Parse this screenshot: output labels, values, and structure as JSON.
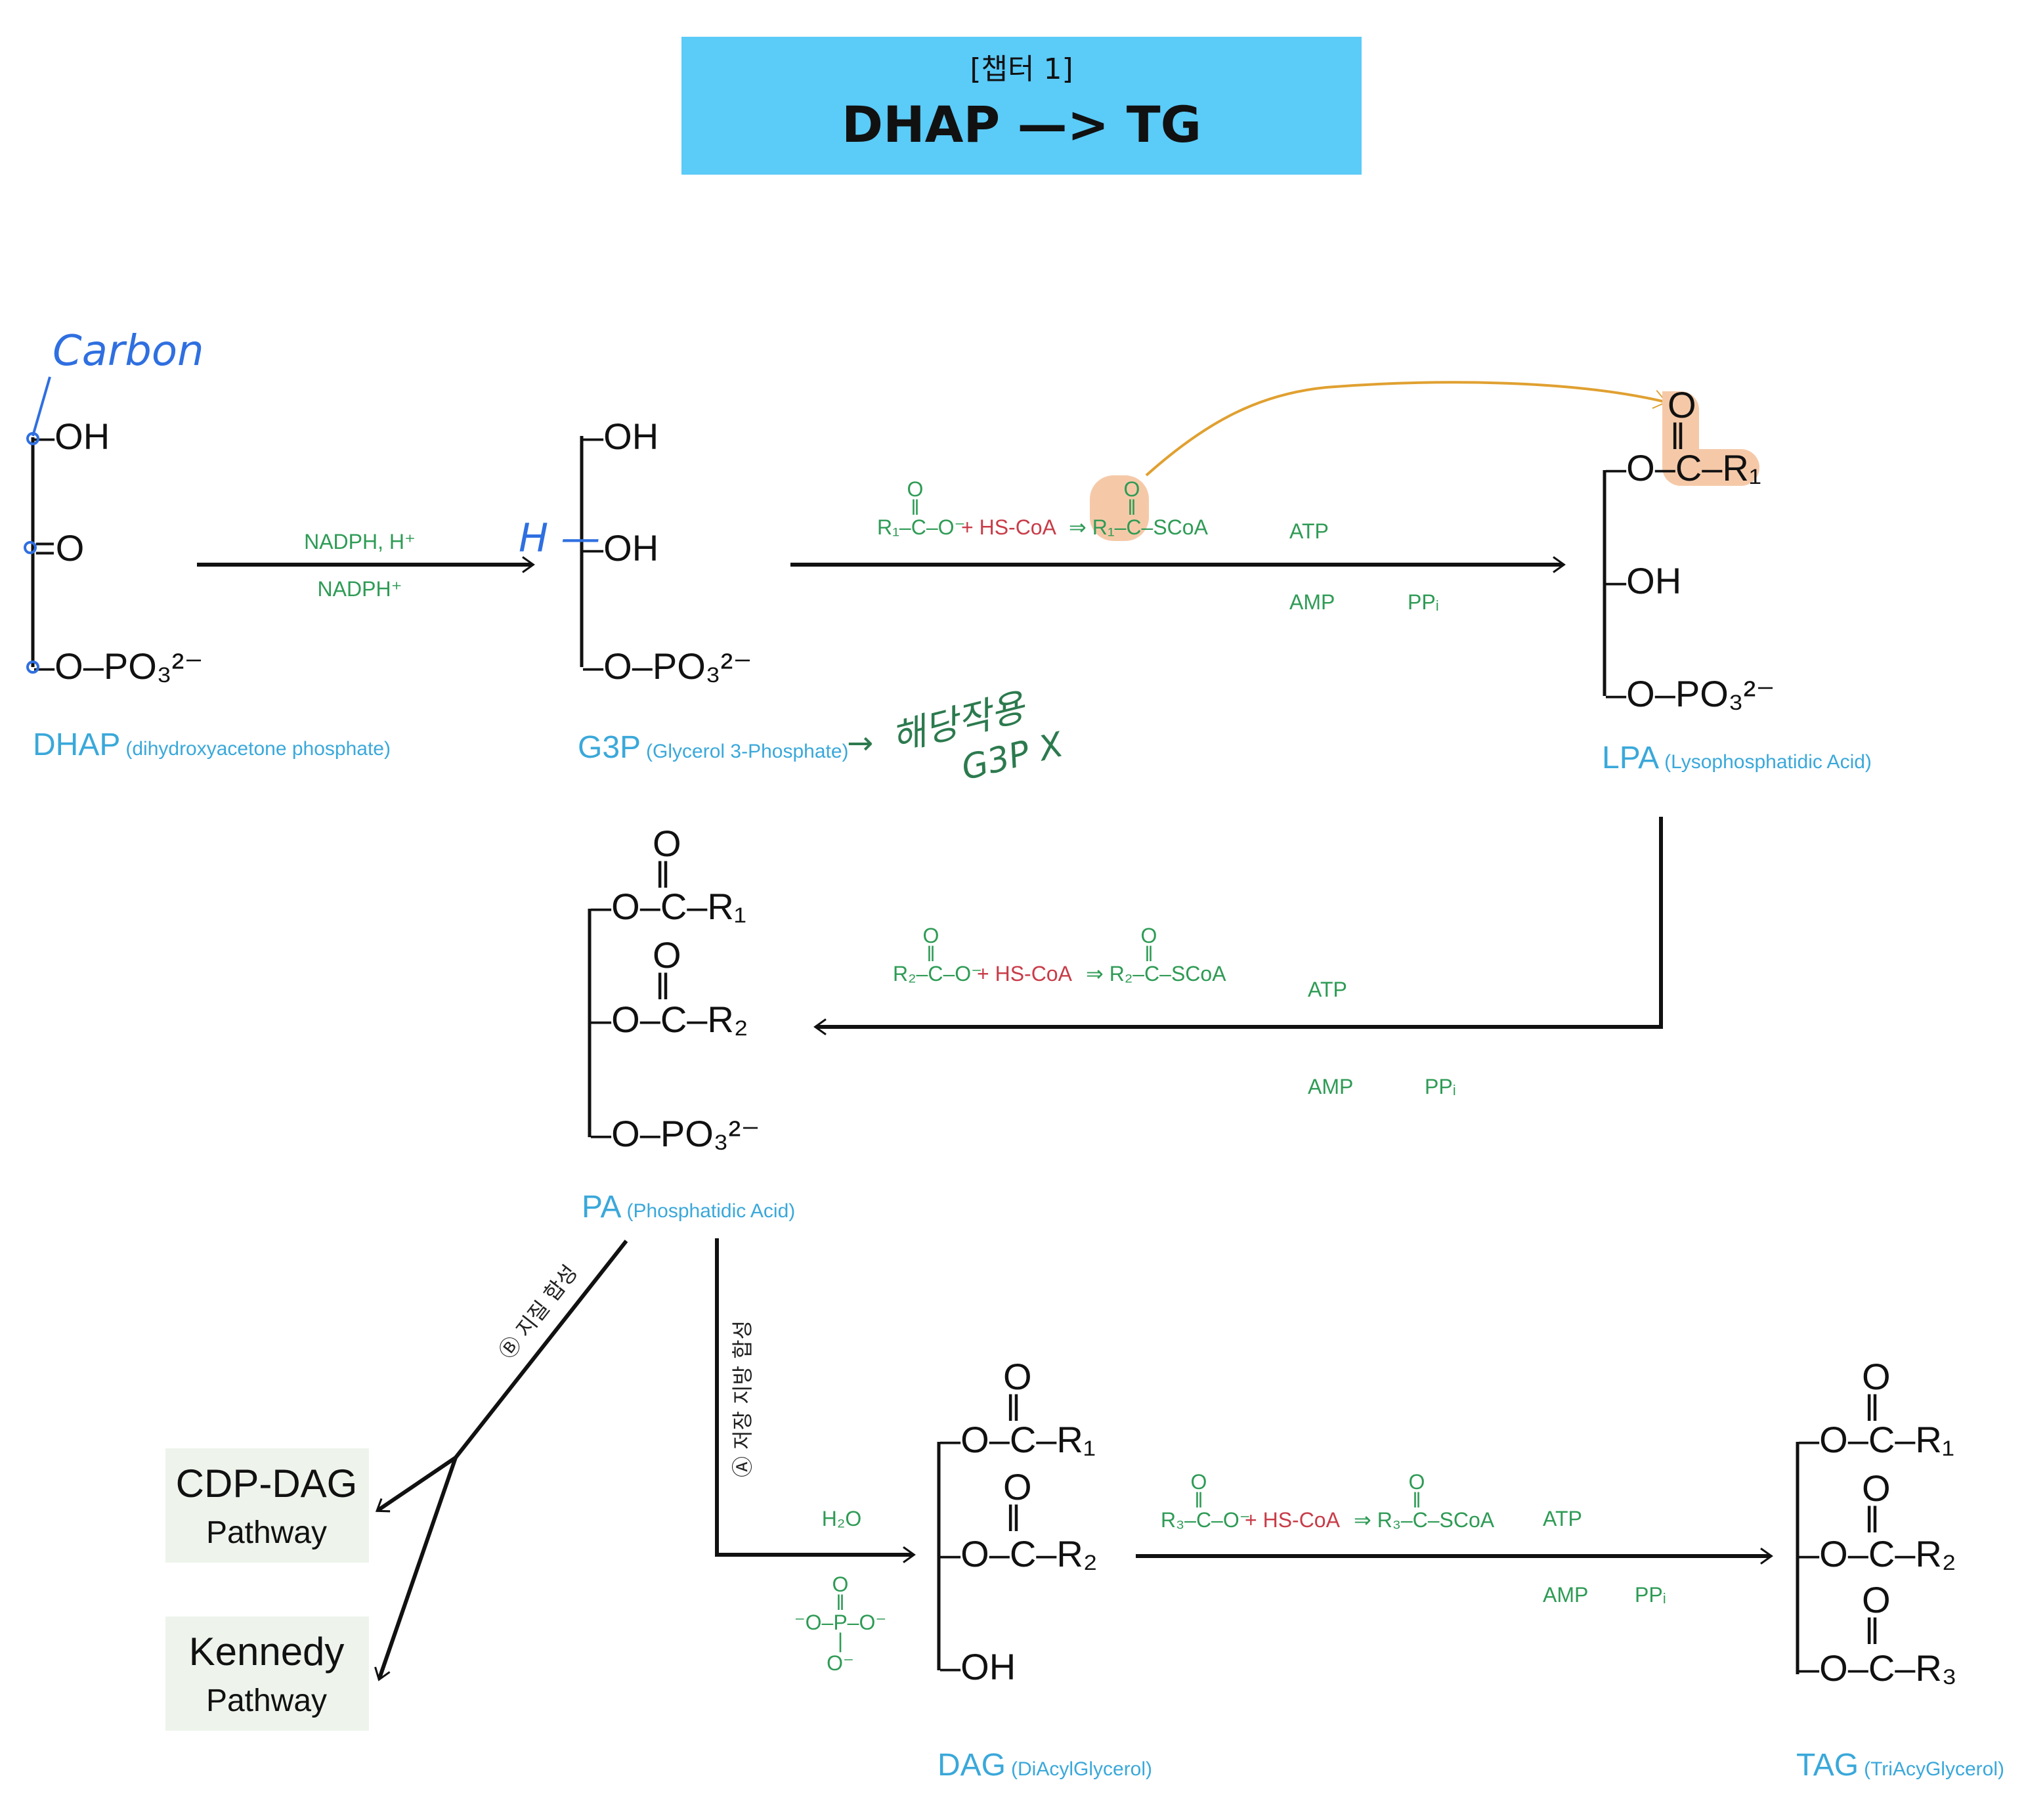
{
  "header": {
    "chapter": "[챕터 1]",
    "title": "DHAP —> TG",
    "bg_color": "#5bcbf8"
  },
  "colors": {
    "reagent": "#2e9b55",
    "coa": "#c83c48",
    "label": "#3aa8da",
    "highlight": "#f5c9a8",
    "annotation_arrow": "#e0a030",
    "handwriting_blue": "#2f6fe0",
    "handwriting_green": "#2c7a4e"
  },
  "dhap": {
    "groups": [
      "–OH",
      "=O",
      "–O–PO₃²⁻"
    ],
    "name": "DHAP",
    "full_name": "(dihydroxyacetone phosphate)",
    "note": "Carbon"
  },
  "step1": {
    "above": "NADPH, H⁺",
    "below": "NADPH⁺"
  },
  "g3p": {
    "groups": [
      "–OH",
      "–OH",
      "–O–PO₃²⁻"
    ],
    "name": "G3P",
    "full_name": "(Glycerol 3-Phosphate)",
    "note_h": "H —",
    "note_arrow": "→",
    "note_line1": "해당작용",
    "note_line2": "G3P X"
  },
  "step2": {
    "o": "O",
    "dbl": "‖",
    "acid": "R₁–C–O⁻",
    "coa": "+ HS-CoA",
    "product": "⇒ R₁–C–SCoA",
    "atp": "ATP",
    "amp": "AMP",
    "ppi": "PPᵢ"
  },
  "lpa": {
    "o": "O",
    "dbl": "‖",
    "groups": [
      "–O–C–R₁",
      "–OH",
      "–O–PO₃²⁻"
    ],
    "name": "LPA",
    "full_name": "(Lysophosphatidic Acid)"
  },
  "step3": {
    "o": "O",
    "dbl": "‖",
    "acid": "R₂–C–O⁻",
    "coa": "+ HS-CoA",
    "product": "⇒ R₂–C–SCoA",
    "atp": "ATP",
    "amp": "AMP",
    "ppi": "PPᵢ"
  },
  "pa": {
    "o": "O",
    "dbl": "‖",
    "groups": [
      "–O–C–R₁",
      "–O–C–R₂",
      "–O–PO₃²⁻"
    ],
    "name": "PA",
    "full_name": "(Phosphatidic Acid)"
  },
  "branch_b": {
    "label": "Ⓑ 지질 합성"
  },
  "branch_a": {
    "label": "Ⓐ 저장 지방 합성",
    "above": "H₂O",
    "phosphate": [
      "O",
      "‖",
      "⁻O–P–O⁻",
      "|",
      "O⁻"
    ]
  },
  "pathways": [
    {
      "line1": "CDP-DAG",
      "line2": "Pathway"
    },
    {
      "line1": "Kennedy",
      "line2": "Pathway"
    }
  ],
  "dag": {
    "o": "O",
    "dbl": "‖",
    "groups": [
      "–O–C–R₁",
      "–O–C–R₂",
      "–OH"
    ],
    "name": "DAG",
    "full_name": "(DiAcylGlycerol)"
  },
  "step5": {
    "o": "O",
    "dbl": "‖",
    "acid": "R₃–C–O⁻",
    "coa": "+ HS-CoA",
    "product": "⇒ R₃–C–SCoA",
    "atp": "ATP",
    "amp": "AMP",
    "ppi": "PPᵢ"
  },
  "tag": {
    "o": "O",
    "dbl": "‖",
    "groups": [
      "–O–C–R₁",
      "–O–C–R₂",
      "–O–C–R₃"
    ],
    "name": "TAG",
    "full_name": "(TriAcyGlycerol)"
  }
}
